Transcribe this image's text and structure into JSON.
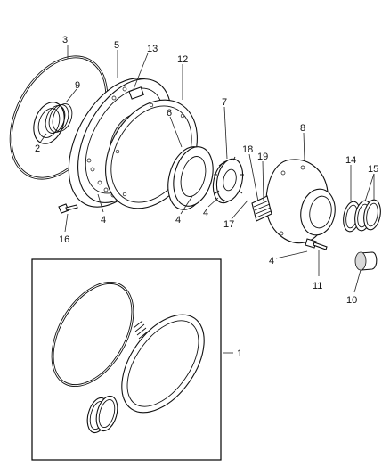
{
  "diagram": {
    "kit_box_border_color": "#000000",
    "callouts": [
      {
        "id": "c1",
        "text": "1"
      },
      {
        "id": "c2",
        "text": "2"
      },
      {
        "id": "c3",
        "text": "3"
      },
      {
        "id": "c4a",
        "text": "4"
      },
      {
        "id": "c4b",
        "text": "4"
      },
      {
        "id": "c4c",
        "text": "4"
      },
      {
        "id": "c4d",
        "text": "4"
      },
      {
        "id": "c5",
        "text": "5"
      },
      {
        "id": "c6",
        "text": "6"
      },
      {
        "id": "c7",
        "text": "7"
      },
      {
        "id": "c8",
        "text": "8"
      },
      {
        "id": "c9",
        "text": "9"
      },
      {
        "id": "c10",
        "text": "10"
      },
      {
        "id": "c11",
        "text": "11"
      },
      {
        "id": "c12",
        "text": "12"
      },
      {
        "id": "c13",
        "text": "13"
      },
      {
        "id": "c14",
        "text": "14"
      },
      {
        "id": "c15",
        "text": "15"
      },
      {
        "id": "c16",
        "text": "16"
      },
      {
        "id": "c17",
        "text": "17"
      },
      {
        "id": "c18",
        "text": "18"
      },
      {
        "id": "c19",
        "text": "19"
      }
    ]
  }
}
